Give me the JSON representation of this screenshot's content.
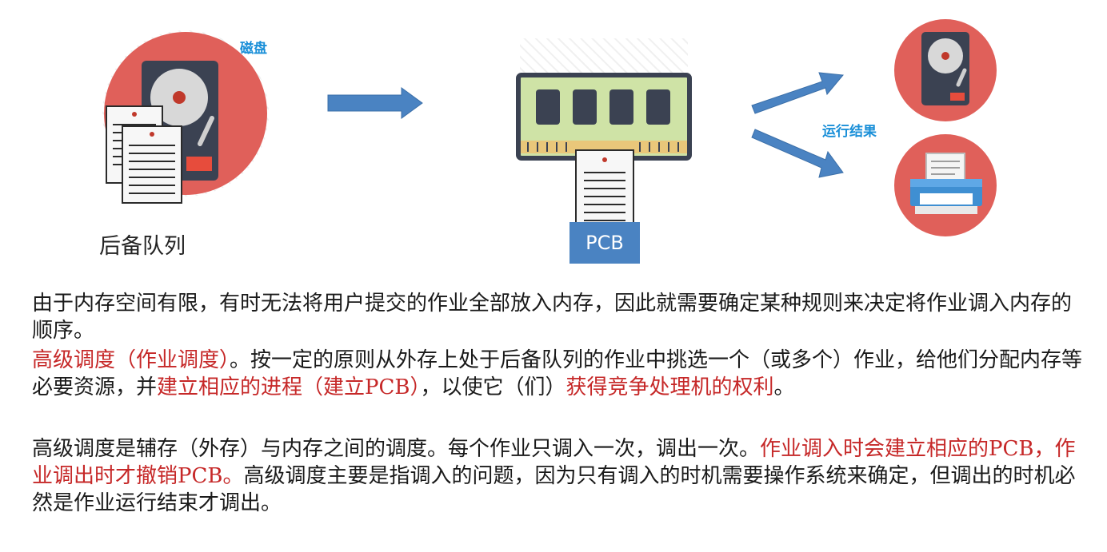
{
  "diagram": {
    "disk_label": "磁盘",
    "queue_label": "后备队列",
    "pcb_label": "PCB",
    "result_label": "运行结果"
  },
  "text": {
    "p1": "由于内存空间有限，有时无法将用户提交的作业全部放入内存，因此就需要确定某种规则来决定将作业调入内存的顺序。",
    "p2": [
      {
        "text": "高级调度（作业调度）",
        "red": true
      },
      {
        "text": "。按一定的原则从外存上处于后备队列的作业中挑选一个（或多个）作业，给他们分配内存等必要资源，并",
        "red": false
      },
      {
        "text": "建立相应的进程（建立PCB）",
        "red": true
      },
      {
        "text": "，以使它（们）",
        "red": false
      },
      {
        "text": "获得竞争处理机的权利",
        "red": true
      },
      {
        "text": "。",
        "red": false
      }
    ],
    "p3": [
      {
        "text": "高级调度是辅存（外存）与内存之间的调度。每个作业只调入一次，调出一次。",
        "red": false
      },
      {
        "text": "作业调入时会建立相应的PCB，作业调出时才撤销PCB。",
        "red": true
      },
      {
        "text": "高级调度主要是指调入的问题，因为只有调入的时机需要操作系统来确定，但调出的时机必然是作业运行结束才调出。",
        "red": false
      }
    ]
  },
  "colors": {
    "circle": "#e0605a",
    "arrow": "#4a83c2",
    "text_red": "#c62828",
    "label_blue": "#1a8fd8"
  }
}
